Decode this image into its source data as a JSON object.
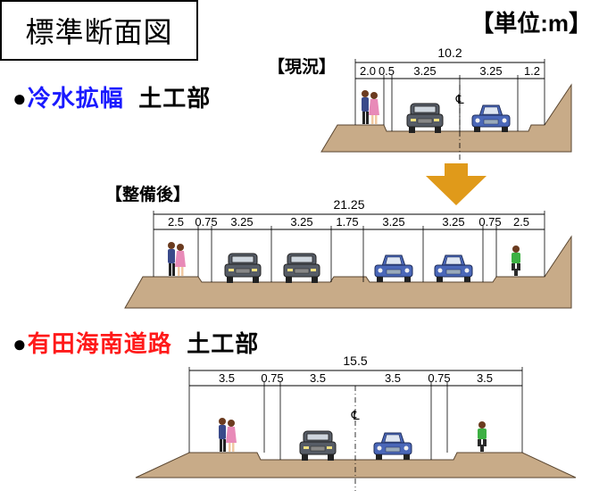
{
  "title": "標準断面図",
  "unit": "【単位:m】",
  "section1": {
    "bullet": "●",
    "name": "冷水拡幅",
    "suffix": "土工部",
    "current_label": "【現況】",
    "after_label": "【整備後】",
    "current": {
      "total": "10.2",
      "widths": [
        "2.0",
        "0.5",
        "3.25",
        "3.25",
        "1.2"
      ],
      "centerline": "℄"
    },
    "after": {
      "total": "21.25",
      "widths": [
        "2.5",
        "0.75",
        "3.25",
        "3.25",
        "1.75",
        "3.25",
        "3.25",
        "0.75",
        "2.5"
      ]
    }
  },
  "section2": {
    "bullet": "●",
    "name": "有田海南道路",
    "suffix": "土工部",
    "total": "15.5",
    "widths": [
      "3.5",
      "0.75",
      "3.5",
      "3.5",
      "0.75",
      "3.5"
    ],
    "centerline": "℄"
  },
  "colors": {
    "ground": "#c8ab88",
    "ground_stroke": "#5a4630",
    "arrow": "#e09a1a",
    "car_dark": "#565c66",
    "car_blue": "#4a67b8",
    "heading_blue": "#1a1aff",
    "heading_red": "#ff1a1a"
  }
}
